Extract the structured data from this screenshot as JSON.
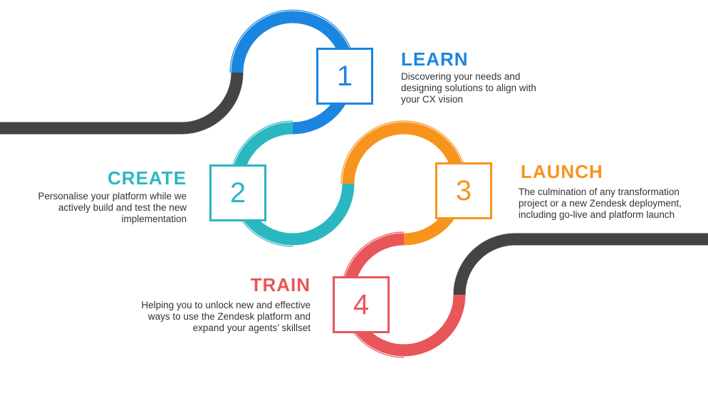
{
  "colors": {
    "track": "#444444",
    "learn": "#1a86e0",
    "create": "#2bb7c2",
    "launch": "#f7941d",
    "train": "#e8565a"
  },
  "steps": [
    {
      "number": "1",
      "title": "LEARN",
      "description": [
        "Discovering your needs and",
        "designing solutions to align with",
        "your CX vision"
      ]
    },
    {
      "number": "2",
      "title": "CREATE",
      "description": [
        "Personalise your platform while we",
        "actively build and test the new",
        "implementation"
      ]
    },
    {
      "number": "3",
      "title": "LAUNCH",
      "description": [
        "The culmination of any transformation",
        "project or a new Zendesk deployment,",
        "including go-live and platform launch"
      ]
    },
    {
      "number": "4",
      "title": "TRAIN",
      "description": [
        "Helping you to unlock new and effective",
        "ways to use the Zendesk platform and",
        "expand your agents’ skillset"
      ]
    }
  ]
}
